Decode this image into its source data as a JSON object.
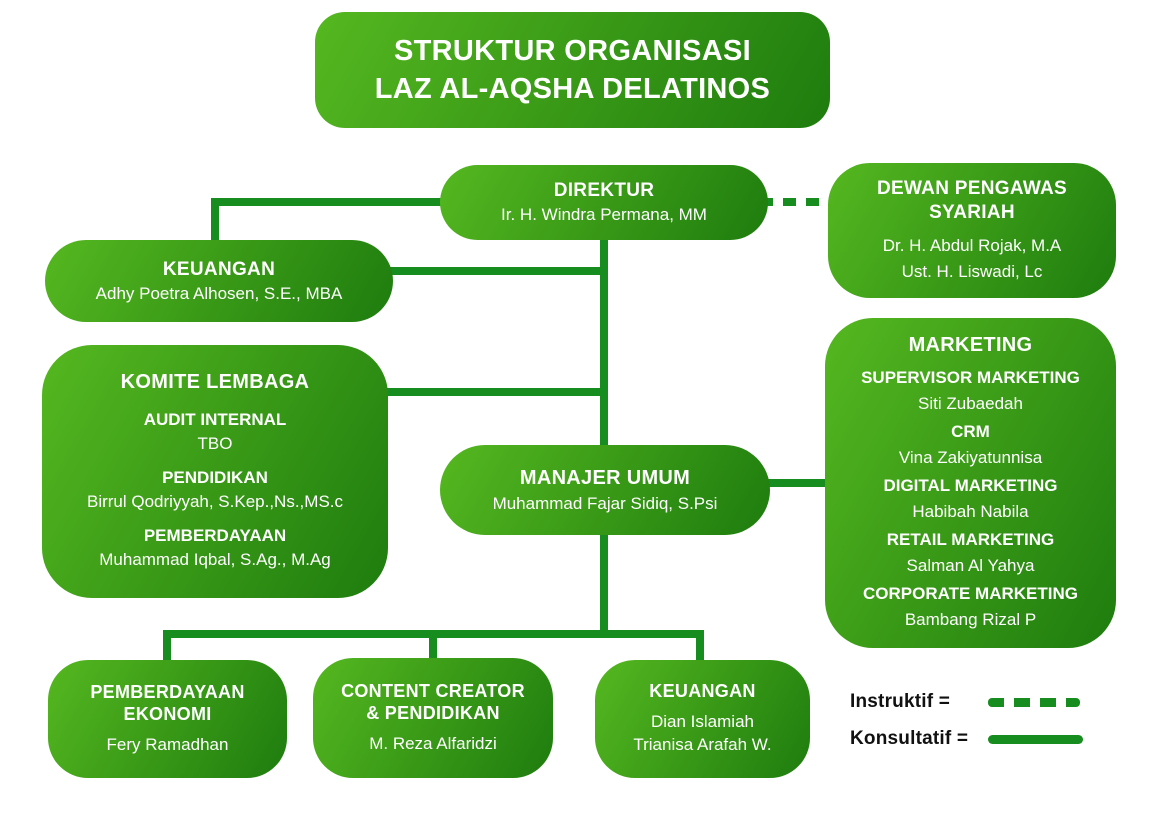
{
  "title": {
    "text": "STRUKTUR ORGANISASI\nLAZ AL-AQSHA DELATINOS"
  },
  "boxes": {
    "direktur": {
      "title": "DIREKTUR",
      "name": "Ir. H. Windra Permana, MM"
    },
    "dewan_pengawas_syariah": {
      "title": "DEWAN PENGAWAS\nSYARIAH",
      "members": [
        "Dr. H. Abdul Rojak, M.A",
        "Ust. H. Liswadi, Lc"
      ]
    },
    "keuangan_top": {
      "title": "KEUANGAN",
      "name": "Adhy Poetra Alhosen, S.E., MBA"
    },
    "komite_lembaga": {
      "title": "KOMITE LEMBAGA",
      "groups": [
        {
          "role": "AUDIT INTERNAL",
          "name": "TBO"
        },
        {
          "role": "PENDIDIKAN",
          "name": "Birrul Qodriyyah, S.Kep.,Ns.,MS.c"
        },
        {
          "role": "PEMBERDAYAAN",
          "name": "Muhammad Iqbal, S.Ag., M.Ag"
        }
      ]
    },
    "manajer_umum": {
      "title": "MANAJER UMUM",
      "name": "Muhammad Fajar Sidiq, S.Psi"
    },
    "marketing": {
      "title": "MARKETING",
      "groups": [
        {
          "role": "SUPERVISOR MARKETING",
          "name": "Siti Zubaedah"
        },
        {
          "role": "CRM",
          "name": "Vina Zakiyatunnisa"
        },
        {
          "role": "DIGITAL MARKETING",
          "name": "Habibah Nabila"
        },
        {
          "role": "RETAIL MARKETING",
          "name": "Salman Al Yahya"
        },
        {
          "role": "CORPORATE MARKETING",
          "name": "Bambang Rizal P"
        }
      ]
    },
    "pemberdayaan_ekonomi": {
      "title": "PEMBERDAYAAN\nEKONOMI",
      "name": "Fery Ramadhan"
    },
    "content_creator_pendidikan": {
      "title": "CONTENT CREATOR\n& PENDIDIKAN",
      "name": "M. Reza Alfaridzi"
    },
    "keuangan_bottom": {
      "title": "KEUANGAN",
      "name": "Dian Islamiah\nTrianisa Arafah W."
    }
  },
  "legend": {
    "instruktif_label": "Instruktif =",
    "konsultatif_label": "Konsultatif ="
  },
  "colors": {
    "box_gradient_start": "#55b820",
    "box_gradient_end": "#1e7c0e",
    "connector": "#178c1f",
    "legend_text": "#111111",
    "background": "#ffffff"
  }
}
